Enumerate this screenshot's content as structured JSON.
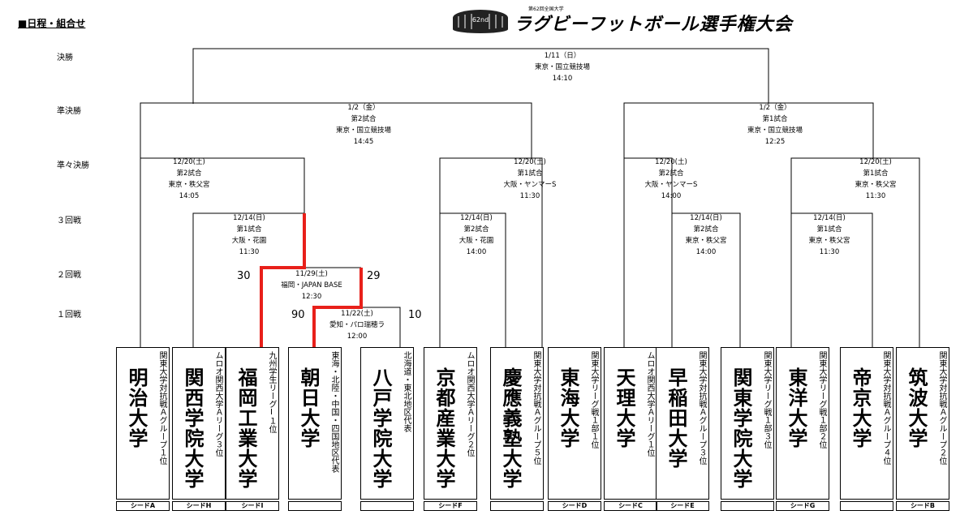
{
  "header": {
    "schedule_label": "■日程・組合せ"
  },
  "logo": {
    "title": "ラグビーフットボール選手権大会",
    "subtitle": "第62回全国大学"
  },
  "rounds": {
    "final": "決勝",
    "semi": "準決勝",
    "quarter": "準々決勝",
    "round3": "３回戦",
    "round2": "２回戦",
    "round1": "１回戦"
  },
  "matches": {
    "final": {
      "date": "1/11（日）",
      "venue": "東京・国立競技場",
      "time": "14:10"
    },
    "semi_left": {
      "date": "1/2（金）",
      "game": "第2試合",
      "venue": "東京・国立競技場",
      "time": "14:45"
    },
    "semi_right": {
      "date": "1/2（金）",
      "game": "第1試合",
      "venue": "東京・国立競技場",
      "time": "12:25"
    },
    "qf1": {
      "date": "12/20(土)",
      "game": "第2試合",
      "venue": "東京・秩父宮",
      "time": "14:05"
    },
    "qf2": {
      "date": "12/20(土)",
      "game": "第1試合",
      "venue": "大阪・ヤンマーS",
      "time": "11:30"
    },
    "qf3": {
      "date": "12/20(土)",
      "game": "第2試合",
      "venue": "大阪・ヤンマーS",
      "time": "14:00"
    },
    "qf4": {
      "date": "12/20(土)",
      "game": "第1試合",
      "venue": "東京・秩父宮",
      "time": "11:30"
    },
    "r3_1": {
      "date": "12/14(日)",
      "game": "第1試合",
      "venue": "大阪・花園",
      "time": "11:30"
    },
    "r3_2": {
      "date": "12/14(日)",
      "game": "第2試合",
      "venue": "大阪・花園",
      "time": "14:00"
    },
    "r3_3": {
      "date": "12/14(日)",
      "game": "第2試合",
      "venue": "東京・秩父宮",
      "time": "14:00"
    },
    "r3_4": {
      "date": "12/14(日)",
      "game": "第1試合",
      "venue": "東京・秩父宮",
      "time": "11:30"
    },
    "r2": {
      "date": "11/29(土)",
      "venue": "福岡・JAPAN BASE",
      "time": "12:30"
    },
    "r1": {
      "date": "11/22(土)",
      "venue": "愛知・パロ瑞穂ラ",
      "time": "12:00"
    }
  },
  "scores": {
    "r2_left": "30",
    "r2_right": "29",
    "r1_left": "90",
    "r1_right": "10"
  },
  "teams": [
    {
      "name": "明治大学",
      "note": "関東大学対抗戦Ａグループ１位",
      "seed": "シードA"
    },
    {
      "name": "関西学院大学",
      "note": "ムロオ関西大学Ａリーグ３位",
      "seed": "シードH"
    },
    {
      "name": "福岡工業大学",
      "note": "九州学生リーグⅠ１位",
      "seed": "シードI"
    },
    {
      "name": "朝日大学",
      "note": "東海・北陸・中国・四国地区代表",
      "seed": ""
    },
    {
      "name": "八戸学院大学",
      "note": "北海道・東北地区代表",
      "seed": ""
    },
    {
      "name": "京都産業大学",
      "note": "ムロオ関西大学Ａリーグ２位",
      "seed": "シードF"
    },
    {
      "name": "慶應義塾大学",
      "note": "関東大学対抗戦Ａグループ５位",
      "seed": ""
    },
    {
      "name": "東海大学",
      "note": "関東大学リーグ戦１部１位",
      "seed": "シードD"
    },
    {
      "name": "天理大学",
      "note": "ムロオ関西大学Ａリーグ１位",
      "seed": "シードC"
    },
    {
      "name": "早稲田大学",
      "note": "関東大学対抗戦Ａグループ３位",
      "seed": "シードE"
    },
    {
      "name": "関東学院大学",
      "note": "関東大学リーグ戦１部３位",
      "seed": ""
    },
    {
      "name": "東洋大学",
      "note": "関東大学リーグ戦１部２位",
      "seed": "シードG"
    },
    {
      "name": "帝京大学",
      "note": "関東大学対抗戦Ａグループ４位",
      "seed": ""
    },
    {
      "name": "筑波大学",
      "note": "関東大学対抗戦Ａグループ２位",
      "seed": "シードB"
    }
  ],
  "colors": {
    "winner_path": "#e8201a",
    "line": "#000000"
  }
}
